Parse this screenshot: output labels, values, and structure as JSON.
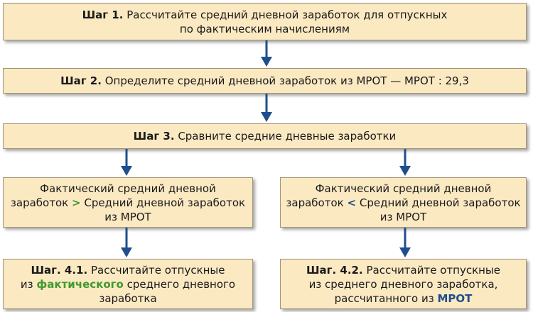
{
  "colors": {
    "box_fill": "#fbe9c2",
    "box_border": "#a39478",
    "arrow": "#1f4e8c",
    "green_accent": "#3f9a2c",
    "blue_accent": "#1f4e8c"
  },
  "step1": {
    "label": "Шаг 1.",
    "line1": "Рассчитайте средний дневной заработок для отпускных",
    "line2": "по фактическим начислениям"
  },
  "step2": {
    "label": "Шаг 2.",
    "text": "Определите средний дневной заработок из МРОТ — МРОТ : 29,3"
  },
  "step3": {
    "label": "Шаг 3.",
    "text": "Сравните средние дневные заработки"
  },
  "compare_left": {
    "line1": "Фактический средний дневной",
    "line2_pre": "заработок",
    "symbol": ">",
    "line2_post": "Средний дневной заработок",
    "line3": "из МРОТ"
  },
  "compare_right": {
    "line1": "Фактический средний дневной",
    "line2_pre": "заработок",
    "symbol": "<",
    "line2_post": "Средний дневной заработок",
    "line3": "из МРОТ"
  },
  "step41": {
    "label_a": "Шаг",
    "label_b": ". 4.1.",
    "line1_rest": "Рассчитайте отпускные",
    "line2_pre": "из",
    "line2_highlight": "фактического",
    "line2_post": "среднего дневного",
    "line3": "заработка"
  },
  "step42": {
    "label_a": "Шаг",
    "label_b": ". 4.2.",
    "line1_rest": "Рассчитайте отпускные",
    "line2": "из среднего дневного заработка,",
    "line3_pre": "рассчитанного из",
    "line3_highlight": "МРОТ"
  }
}
